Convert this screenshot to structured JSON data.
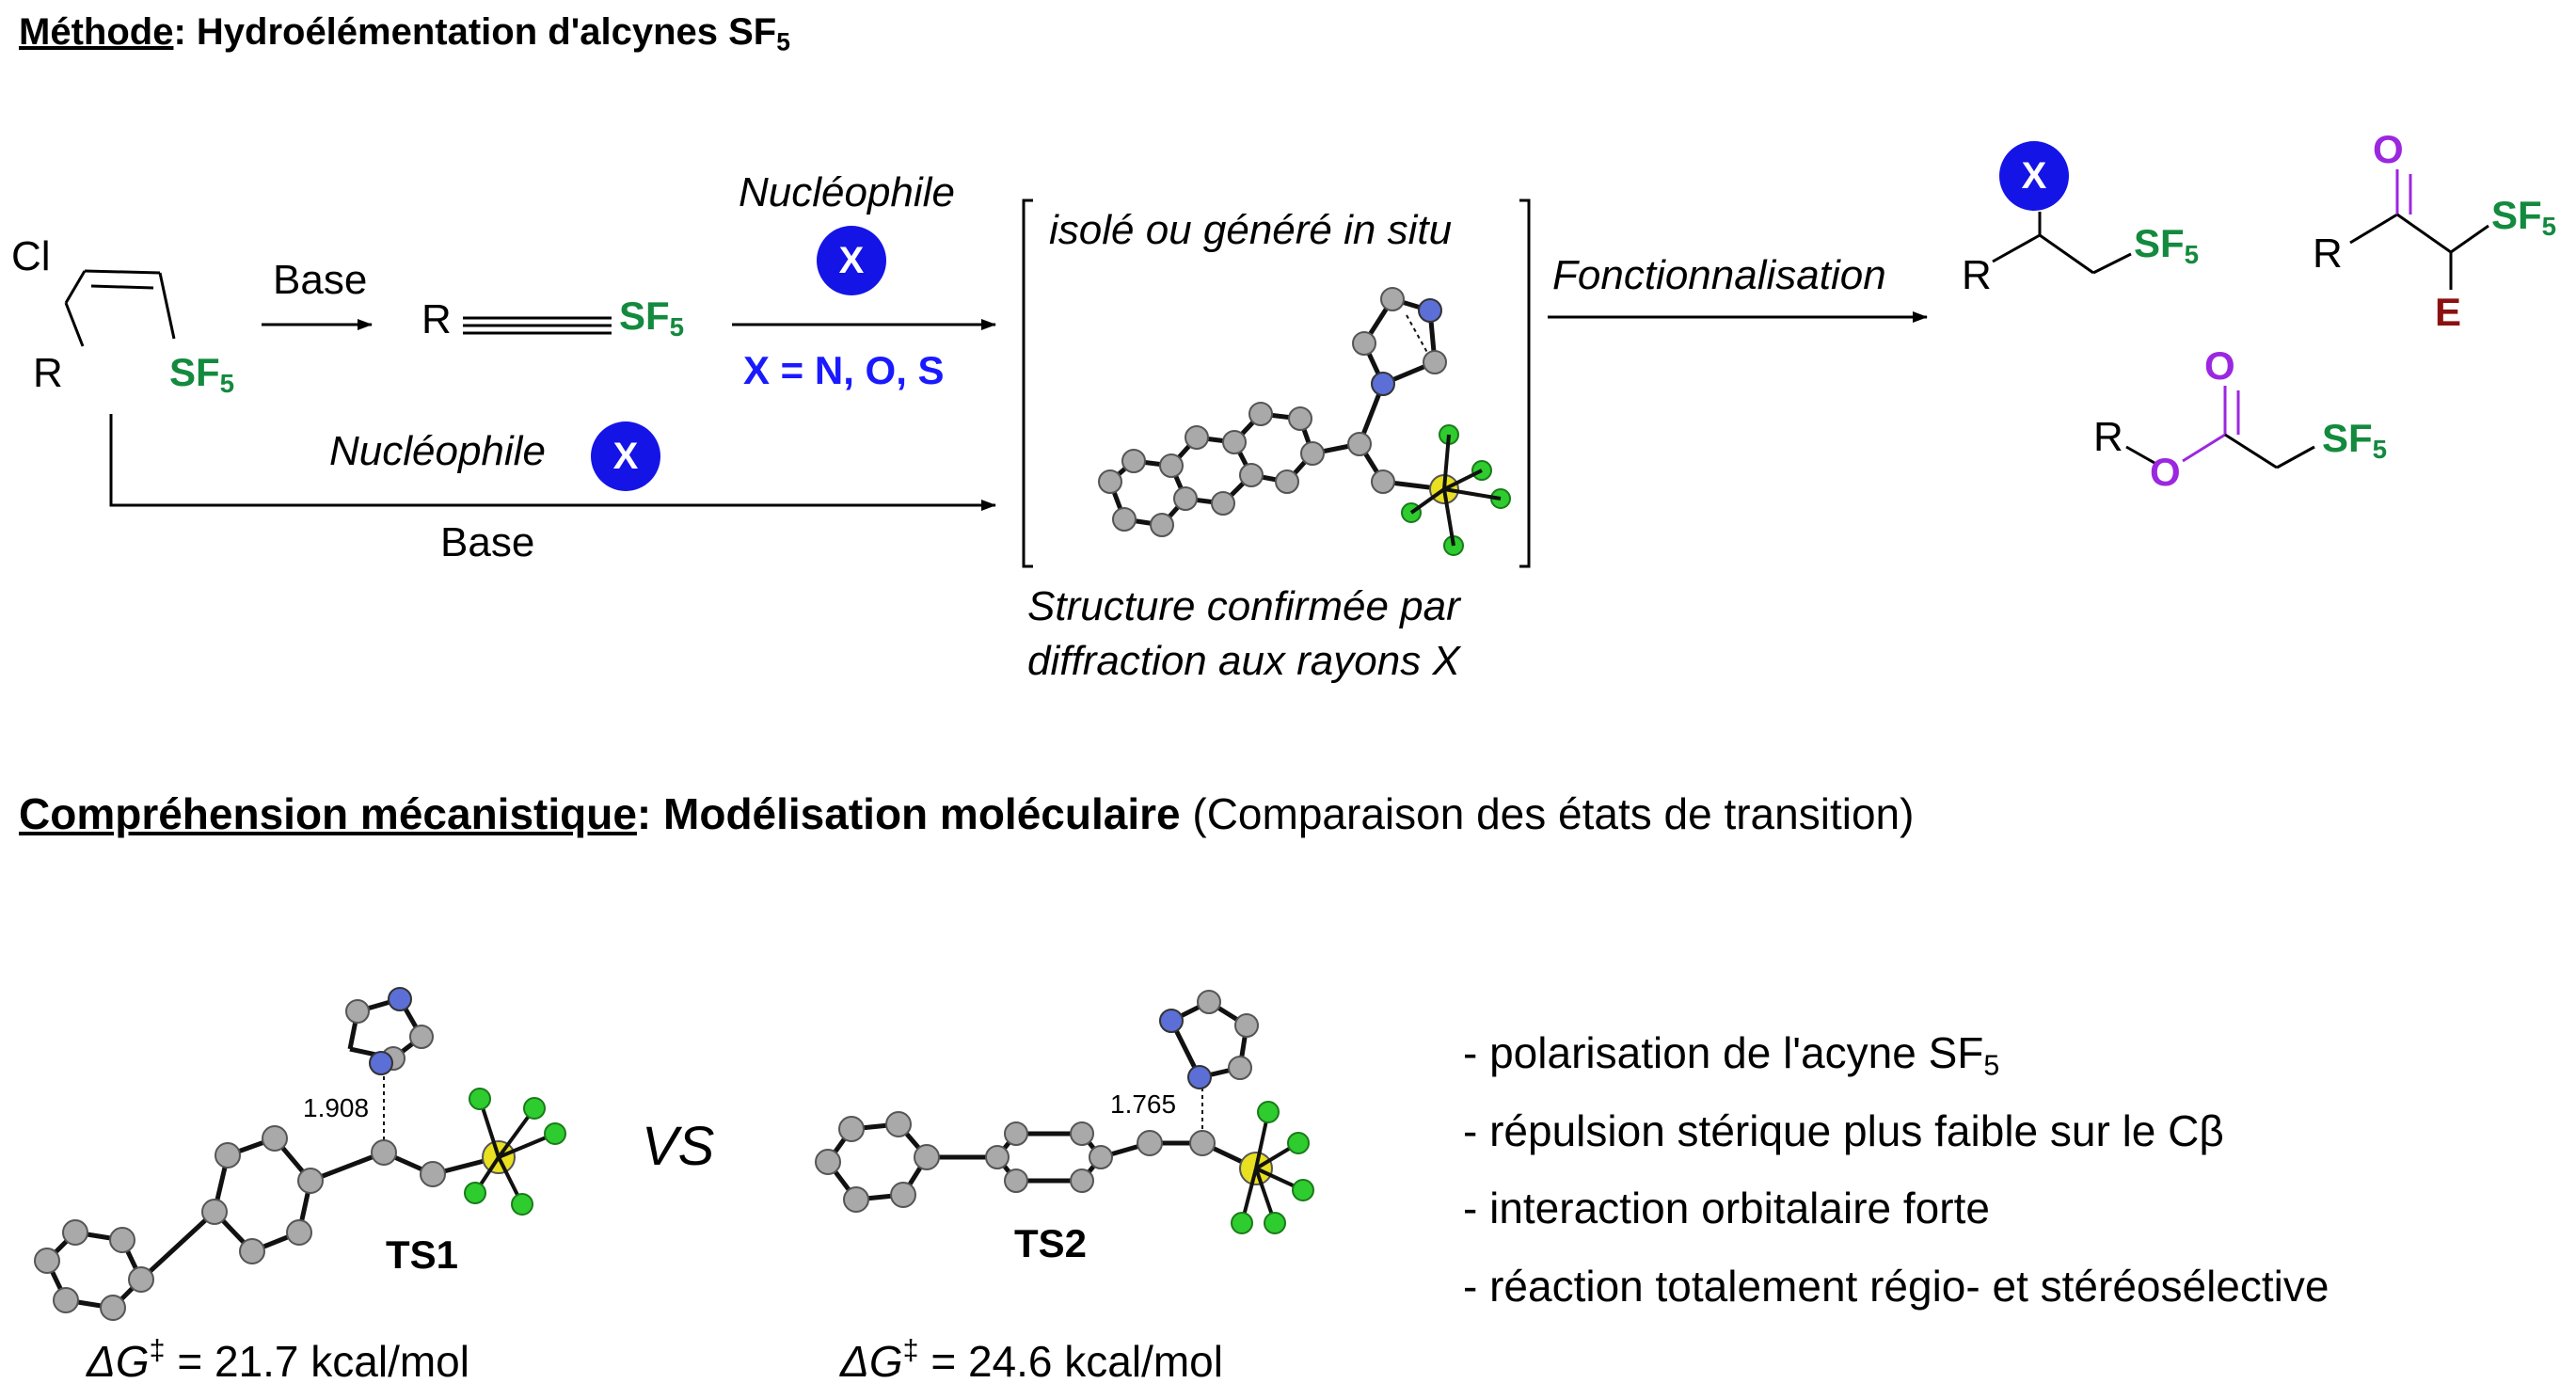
{
  "section1": {
    "underlined": "Méthode",
    "title": ": Hydroélémentation d'alcynes SF",
    "sub": "5"
  },
  "scheme": {
    "cl": "Cl",
    "r": "R",
    "sf": "SF",
    "sub5": "5",
    "base": "Base",
    "nucleophile": "Nucléophile",
    "x": "X",
    "x_def": "X = N, O, S",
    "isole": "isolé ou généré in situ",
    "structure_line1": "Structure confirmée par",
    "structure_line2": "diffraction aux rayons X",
    "fonctionnalisation": "Fonctionnalisation",
    "o": "O",
    "e": "E"
  },
  "section2": {
    "underlined": "Compréhension mécanistique",
    "bold": ": Modélisation moléculaire",
    "normal": " (Comparaison des états de transition)"
  },
  "ts": {
    "ts1_label": "TS1",
    "ts2_label": "TS2",
    "ts1_dist": "1.908",
    "ts2_dist": "1.765",
    "vs": "VS",
    "dg_symbol": "ΔG",
    "dg_sup": "‡",
    "ts1_energy": " = 21.7 kcal/mol",
    "ts2_energy": " = 24.6 kcal/mol"
  },
  "bullets": [
    "- polarisation de l'acyne SF",
    "- répulsion stérique plus faible sur le Cβ",
    "- interaction orbitalaire forte",
    "- réaction totalement régio- et stéréosélective"
  ],
  "bullet1_sub": "5",
  "colors": {
    "green": "#138a3e",
    "blue": "#1414e6",
    "purple": "#9b27e0",
    "maroon": "#8b1010",
    "atom_c": "#a0a0a0",
    "atom_n": "#5c6fd6",
    "atom_s": "#e8e020",
    "atom_f": "#2ecc2e"
  }
}
